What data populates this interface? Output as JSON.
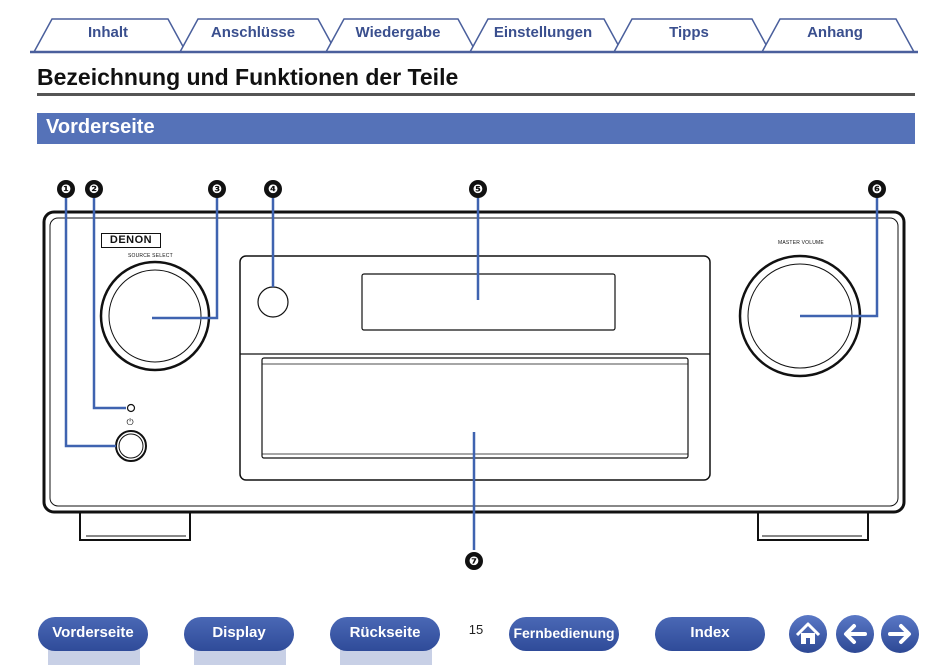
{
  "tabs": [
    {
      "label": "Inhalt"
    },
    {
      "label": "Anschlüsse"
    },
    {
      "label": "Wiedergabe"
    },
    {
      "label": "Einstellungen"
    },
    {
      "label": "Tipps"
    },
    {
      "label": "Anhang"
    }
  ],
  "page_title": "Bezeichnung und Funktionen der Teile",
  "section_title": "Vorderseite",
  "figure": {
    "brand": "DENON",
    "source_label": "SOURCE SELECT",
    "volume_label": "MASTER VOLUME",
    "power_symbol": "⏻",
    "callouts": [
      "❶",
      "❷",
      "❸",
      "❹",
      "❺",
      "❻",
      "❼"
    ]
  },
  "nav": {
    "buttons": [
      {
        "label": "Vorderseite"
      },
      {
        "label": "Display"
      },
      {
        "label": "Rückseite"
      },
      {
        "label": "Fernbedienung"
      },
      {
        "label": "Index"
      }
    ],
    "page_number": "15",
    "icons": [
      "home-icon",
      "arrow-left-icon",
      "arrow-right-icon"
    ]
  },
  "colors": {
    "accent": "#5572b8",
    "tab_text": "#3a4f8e",
    "callout_line": "#3f63b0"
  }
}
